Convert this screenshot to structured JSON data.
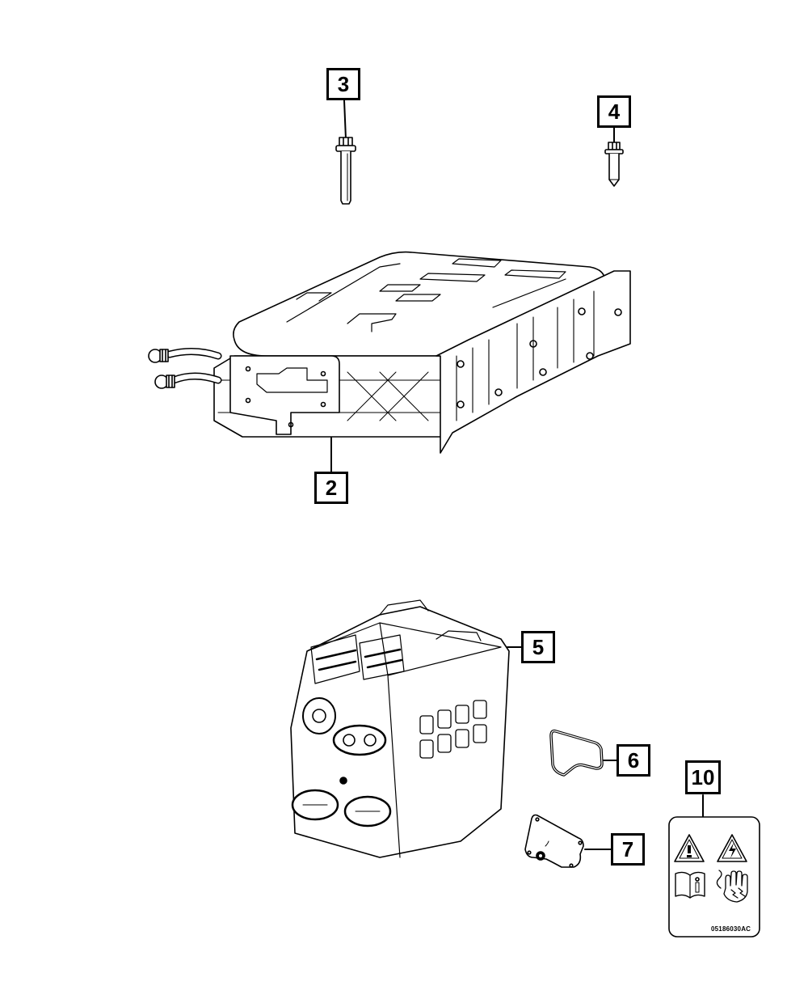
{
  "diagram": {
    "type": "exploded-parts-diagram",
    "callouts": [
      {
        "id": "2",
        "label": "2",
        "part": "inverter-housing-assembly"
      },
      {
        "id": "3",
        "label": "3",
        "part": "bolt-long-flange"
      },
      {
        "id": "4",
        "label": "4",
        "part": "bolt-short-flange"
      },
      {
        "id": "5",
        "label": "5",
        "part": "power-inverter-module"
      },
      {
        "id": "6",
        "label": "6",
        "part": "gasket"
      },
      {
        "id": "7",
        "label": "7",
        "part": "cover-gasket-plate"
      },
      {
        "id": "10",
        "label": "10",
        "part": "warning-label"
      }
    ],
    "warning_label": {
      "icons": [
        "caution-triangle-icon",
        "high-voltage-triangle-icon",
        "read-manual-icon",
        "electric-shock-hand-icon"
      ],
      "code": "05186030AC"
    }
  }
}
